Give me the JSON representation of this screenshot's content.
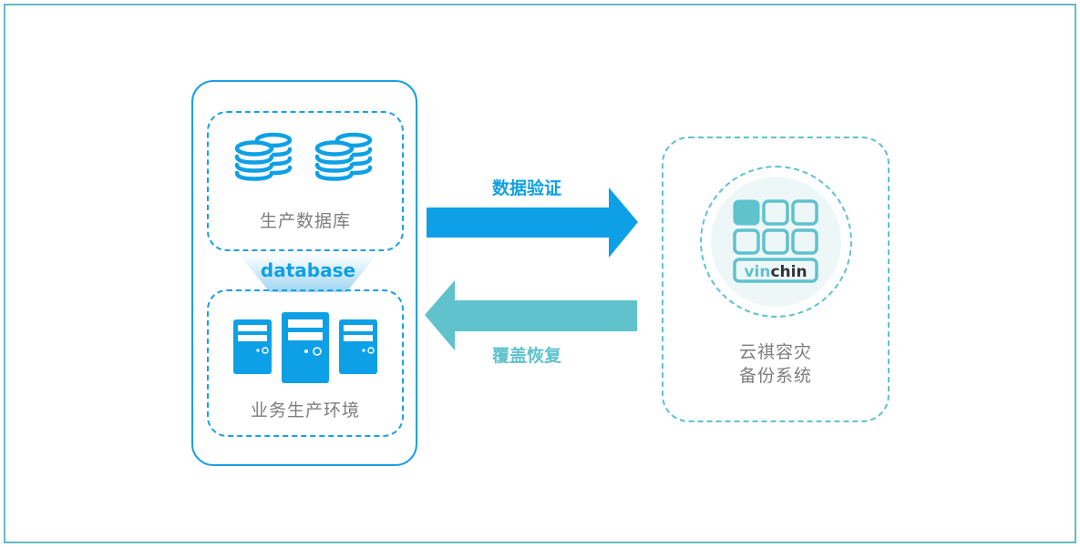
{
  "diagram": {
    "left_panel": {
      "database_group_label": "生产数据库",
      "bridge_label": "database",
      "server_group_label": "业务生产环境"
    },
    "arrows": {
      "forward_label": "数据验证",
      "backward_label": "覆盖恢复"
    },
    "right_panel": {
      "logo_text_part1": "vin",
      "logo_text_part2": "chin",
      "system_label_line1": "云祺容灾",
      "system_label_line2": "备份系统"
    },
    "colors": {
      "primary_blue": "#0ea0e6",
      "teal": "#5fc2cc",
      "gray_text": "#7d7d7d",
      "frame": "#62bcc6"
    }
  }
}
